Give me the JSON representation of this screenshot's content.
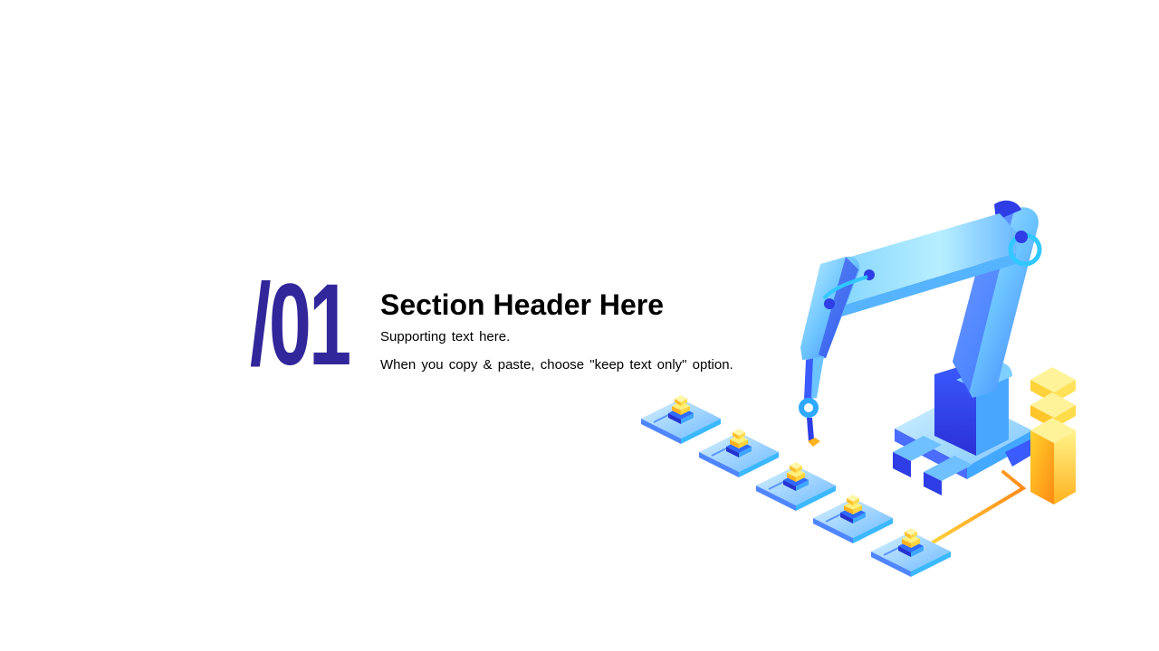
{
  "slide": {
    "number": "/01",
    "title": "Section Header Here",
    "subtitle": "Supporting text here.",
    "body": "When you copy & paste, choose \"keep text only\" option."
  },
  "illustration": {
    "icon": "robotic-arm-assembly-line-icon"
  },
  "colors": {
    "accent": "#32279a",
    "text": "#000000",
    "background": "#ffffff",
    "blue_light": "#9fe0ff",
    "blue_mid": "#4aa8ff",
    "blue_dark": "#2e3de6",
    "yellow": "#ffe14a",
    "orange": "#ff9c1a"
  }
}
